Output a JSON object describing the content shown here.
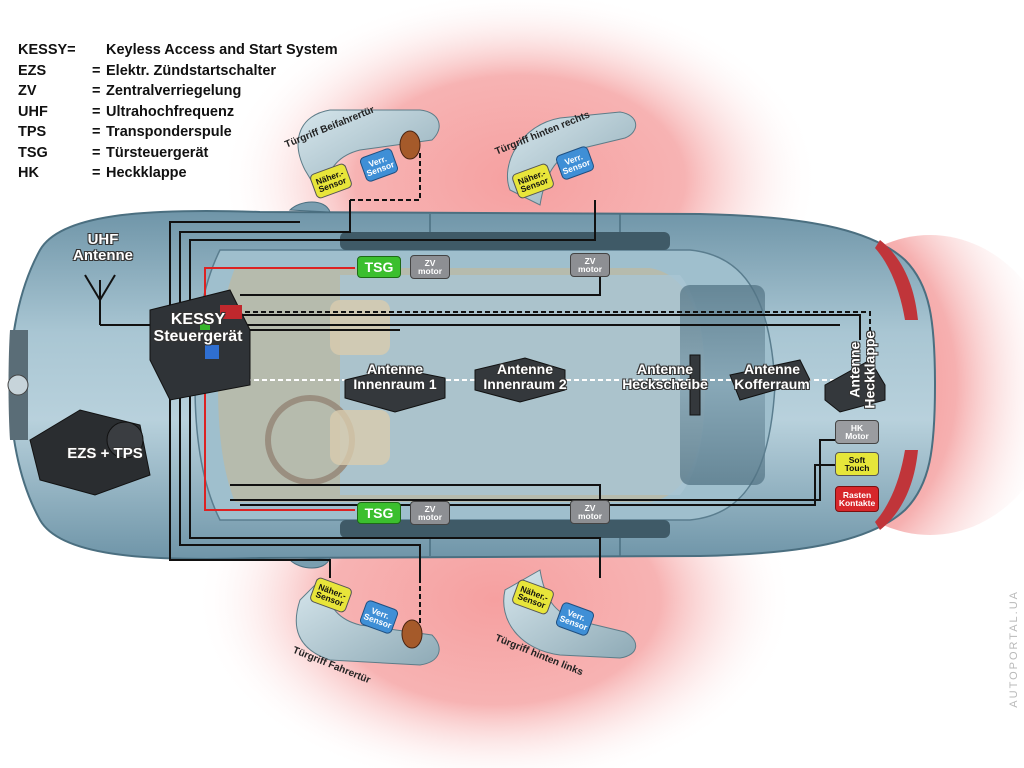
{
  "legend": [
    {
      "abbr": "KESSY=",
      "eq": "",
      "text": "Keyless Access and Start System"
    },
    {
      "abbr": "EZS",
      "eq": "=",
      "text": "Elektr. Zündstartschalter"
    },
    {
      "abbr": "ZV",
      "eq": "=",
      "text": "Zentralverriegelung"
    },
    {
      "abbr": "UHF",
      "eq": "=",
      "text": "Ultrahochfrequenz"
    },
    {
      "abbr": "TPS",
      "eq": "=",
      "text": "Transponderspule"
    },
    {
      "abbr": "TSG",
      "eq": "=",
      "text": "Türsteuergerät"
    },
    {
      "abbr": "HK",
      "eq": "=",
      "text": "Heckklappe"
    }
  ],
  "labels": {
    "uhf_antenne": "UHF\nAntenne",
    "kessy": "KESSY\nSteuergerät",
    "ezs_tps": "EZS + TPS",
    "antenne_innenraum1": "Antenne\nInnenraum 1",
    "antenne_innenraum2": "Antenne\nInnenraum 2",
    "antenne_heckscheibe": "Antenne\nHeckscheibe",
    "antenne_kofferraum": "Antenne\nKofferraum",
    "antenne_heckklappe": "Antenne\nHeckklappe"
  },
  "modules": {
    "tsg": "TSG",
    "zv_motor": "ZV\nmotor",
    "naeher_sensor": "Näher.-\nSensor",
    "verr_sensor": "Verr.\nSensor",
    "hk_motor": "HK\nMotor",
    "soft_touch": "Soft\nTouch",
    "rasten_kontakte": "Rasten\nKontakte"
  },
  "handles": {
    "front_right": "Türgriff Beifahrertür",
    "rear_right": "Türgriff hinten rechts",
    "front_left": "Türgriff Fahrertür",
    "rear_left": "Türgriff hinten links"
  },
  "watermark": "AUTOPORTAL.UA",
  "colors": {
    "field_glow": "#f07a7a",
    "car_body": "#8fb6c8",
    "tsg_green": "#3bbf2e",
    "sensor_yellow": "#e8e53a",
    "sensor_blue": "#3f8fd6",
    "rasten_red": "#d7262a"
  }
}
